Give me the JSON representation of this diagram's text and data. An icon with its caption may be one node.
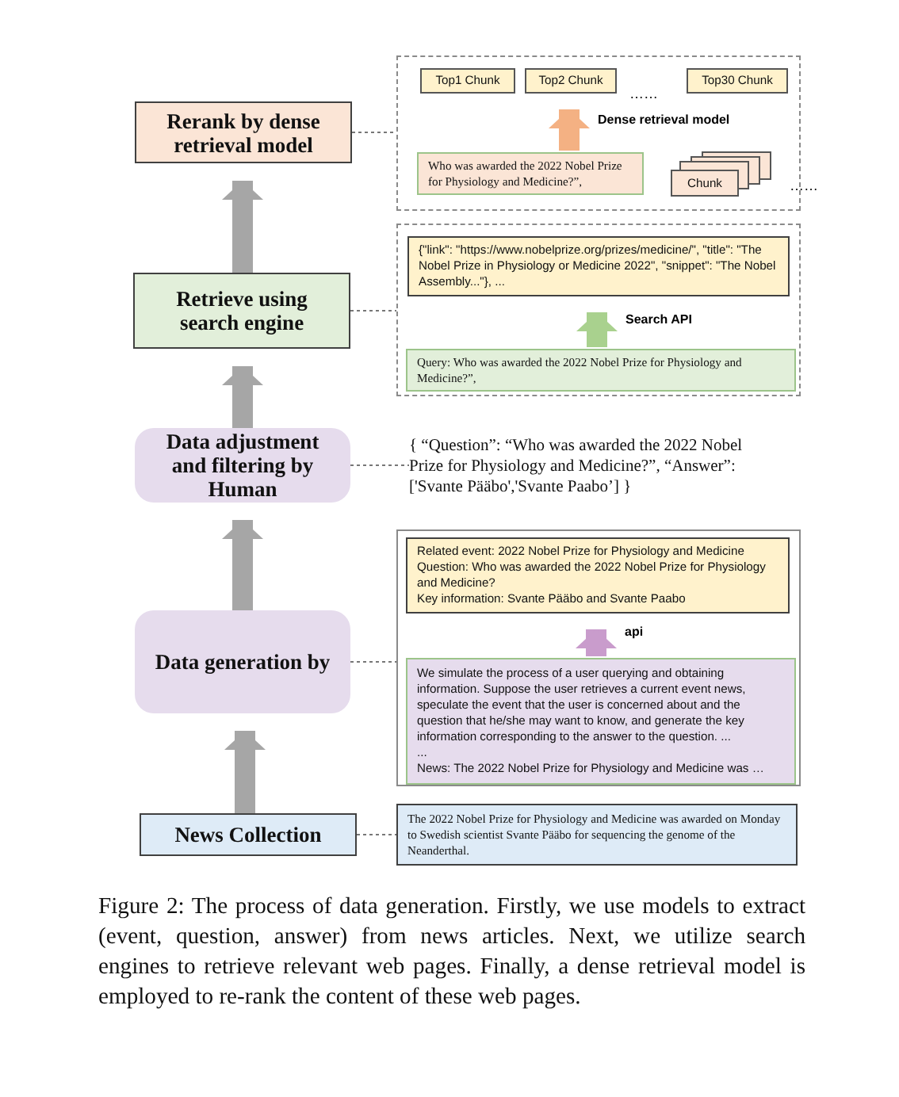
{
  "diagram": {
    "caption": "Figure 2: The process of data generation. Firstly, we use models to extract (event, question, answer) from news articles. Next, we utilize search engines to retrieve relevant web pages. Finally, a dense retrieval model is employed to re-rank the content of these web pages.",
    "nodes": [
      {
        "text": [
          "Rerank by dense retrieval model"
        ]
      },
      {
        "text": [],
        "shape": "box"
      },
      {
        "text": [
          "Top1 Chunk"
        ],
        "in": 1
      },
      {
        "text": [
          "Top2 Chunk"
        ],
        "in": 1
      },
      {
        "text": [
          "Top30 Chunk"
        ],
        "in": 1
      },
      {
        "text": [
          "Who was awarded the 2022 Nobel Prize for Physiology and Medicine?”,"
        ],
        "in": 1
      },
      {
        "text": [
          "Chunk"
        ],
        "in": 1
      },
      {
        "text": [
          "Retrieve using search engine"
        ]
      },
      {
        "text": [],
        "shape": "box"
      },
      {
        "text": [
          "{\"link\": \"https://www.nobelprize.org/prizes/medicine/\", \"title\": \"The Nobel Prize in Physiology or Medicine 2022\", \"snippet\": \"The Nobel Assembly...\"}, ..."
        ],
        "in": 8
      },
      {
        "text": [
          "Query: Who was awarded the 2022 Nobel Prize for Physiology and Medicine?”,"
        ],
        "in": 8
      },
      {
        "text": [
          "Data adjustment and filtering by Human"
        ]
      },
      {
        "text": [
          "{ “Question”: “Who was awarded the 2022 Nobel Prize for Physiology and Medicine?”, “Answer”: ['Svante Pääbo','Svante Paabo’] }"
        ]
      },
      {
        "text": [
          "Data generation by"
        ]
      },
      {
        "text": [],
        "shape": "box"
      },
      {
        "text": [
          "Related event: 2022 Nobel Prize for Physiology and Medicine",
          "Question: Who was awarded the 2022 Nobel Prize for Physiology and Medicine?",
          "Key information: Svante Pääbo and Svante Paabo"
        ],
        "in": 14
      },
      {
        "text": [
          "We simulate the process of a user querying and obtaining information. Suppose the user retrieves a current event news, speculate the event that the user is concerned about and the question that he/she may want to know, and generate the key information corresponding to the answer to the question. ...",
          "...",
          "News: The 2022 Nobel Prize for Physiology and Medicine was …"
        ],
        "in": 14
      },
      {
        "text": [
          "News Collection"
        ]
      },
      {
        "text": [
          "The 2022 Nobel Prize for Physiology and Medicine was awarded on Monday to Swedish scientist Svante Pääbo for sequencing the genome of the Neanderthal."
        ]
      }
    ],
    "edges": [
      {
        "from": 17,
        "to": 13,
        "arrow": "to",
        "color": "#a6a6a6"
      },
      {
        "from": 13,
        "to": 11,
        "arrow": "to",
        "color": "#a6a6a6"
      },
      {
        "from": 11,
        "to": 7,
        "arrow": "to",
        "color": "#a6a6a6"
      },
      {
        "from": 7,
        "to": 0,
        "arrow": "to",
        "color": "#a6a6a6"
      },
      {
        "from": 0,
        "to": 1,
        "arrow": "none",
        "style": "dashed"
      },
      {
        "from": 7,
        "to": 8,
        "arrow": "none",
        "style": "dashed"
      },
      {
        "from": 11,
        "to": 12,
        "arrow": "none",
        "style": "dashed"
      },
      {
        "from": 13,
        "to": 14,
        "arrow": "none",
        "style": "dashed"
      },
      {
        "from": 17,
        "to": 18,
        "arrow": "none",
        "style": "dashed"
      },
      {
        "from": 5,
        "to": 3,
        "arrow": "to",
        "label": "Dense retrieval model",
        "color": "#f4b183"
      },
      {
        "from": 10,
        "to": 9,
        "arrow": "to",
        "label": "Search API",
        "color": "#a9d18e"
      },
      {
        "from": 16,
        "to": 15,
        "arrow": "to",
        "label": "api",
        "color": "#c99ccc"
      }
    ],
    "labels": [
      "……",
      "……"
    ]
  }
}
